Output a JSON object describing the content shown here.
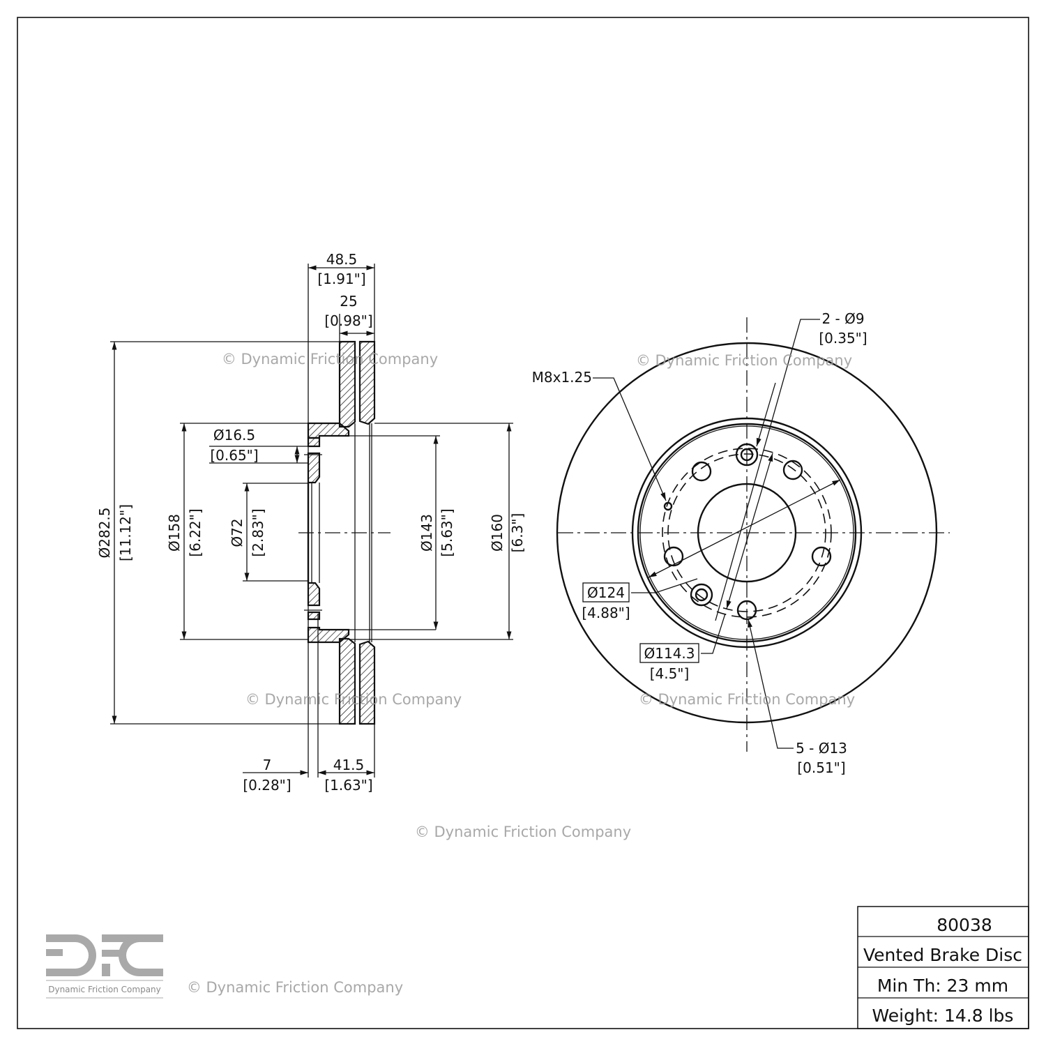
{
  "watermark": "© Dynamic Friction Company",
  "logo": {
    "letters": "DFC",
    "subtitle": "Dynamic Friction Company"
  },
  "side_view": {
    "overall_width": {
      "mm": "48.5",
      "in": "[1.91\"]"
    },
    "disc_thickness": {
      "mm": "25",
      "in": "[0.98\"]"
    },
    "outer_diameter": {
      "mm": "Ø282.5",
      "in": "[11.12\"]"
    },
    "hat_diameter": {
      "mm": "Ø158",
      "in": "[6.22\"]"
    },
    "hole_diameter": {
      "mm": "Ø16.5",
      "in": "[0.65\"]"
    },
    "bore_diameter": {
      "mm": "Ø72",
      "in": "[2.83\"]"
    },
    "inner_diameter": {
      "mm": "Ø143",
      "in": "[5.63\"]"
    },
    "hat_outer_diameter": {
      "mm": "Ø160",
      "in": "[6.3\"]"
    },
    "hat_face_thickness": {
      "mm": "7",
      "in": "[0.28\"]"
    },
    "hat_height": {
      "mm": "41.5",
      "in": "[1.63\"]"
    }
  },
  "front_view": {
    "small_holes": {
      "mm": "2 - Ø9",
      "in": "[0.35\"]"
    },
    "thread": "M8x1.25",
    "pcd_large": {
      "mm": "Ø124",
      "in": "[4.88\"]"
    },
    "pcd_small": {
      "mm": "Ø114.3",
      "in": "[4.5\"]"
    },
    "lug_holes": {
      "mm": "5 - Ø13",
      "in": "[0.51\"]"
    }
  },
  "title_block": {
    "part_number": "80038",
    "description": "Vented Brake Disc",
    "min_thickness": "Min Th: 23 mm",
    "weight": "Weight: 14.8 lbs"
  }
}
